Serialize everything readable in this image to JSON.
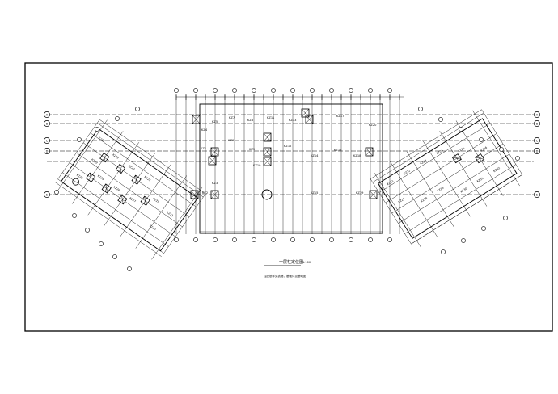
{
  "drawing": {
    "title": "一层柱定位图",
    "scale": "1:100",
    "note": "柱配筋详见表格，基础详见基础图"
  },
  "column_labels": {
    "center": [
      "KZ1",
      "KZ2",
      "KZ3",
      "KZ4",
      "KZ5",
      "KZ6",
      "KZ7",
      "KZ8",
      "KZ9",
      "KZ10",
      "KZ11",
      "KZ12",
      "KZ13",
      "KZ14",
      "KZ15",
      "KZ16",
      "KZ17",
      "KZ18",
      "KZ19",
      "KZ20"
    ],
    "left_wing": [
      "KZ21",
      "KZ22",
      "KZ23",
      "KZ24",
      "KZ25",
      "KZ26",
      "KZ27",
      "KZ28",
      "KZ29",
      "KZ30",
      "KZ31",
      "KZ32"
    ],
    "right_wing": [
      "KZ21",
      "KZ22",
      "KZ23",
      "KZ24",
      "KZ25",
      "KZ26",
      "KZ27",
      "KZ28",
      "KZ29",
      "KZ30",
      "KZ31",
      "KZ32"
    ]
  },
  "axis_labels": {
    "left": [
      "A",
      "B",
      "C",
      "D",
      "E"
    ],
    "right": [
      "A",
      "B",
      "C",
      "D",
      "E"
    ]
  },
  "colors": {
    "line": "#000000",
    "background": "#ffffff"
  }
}
